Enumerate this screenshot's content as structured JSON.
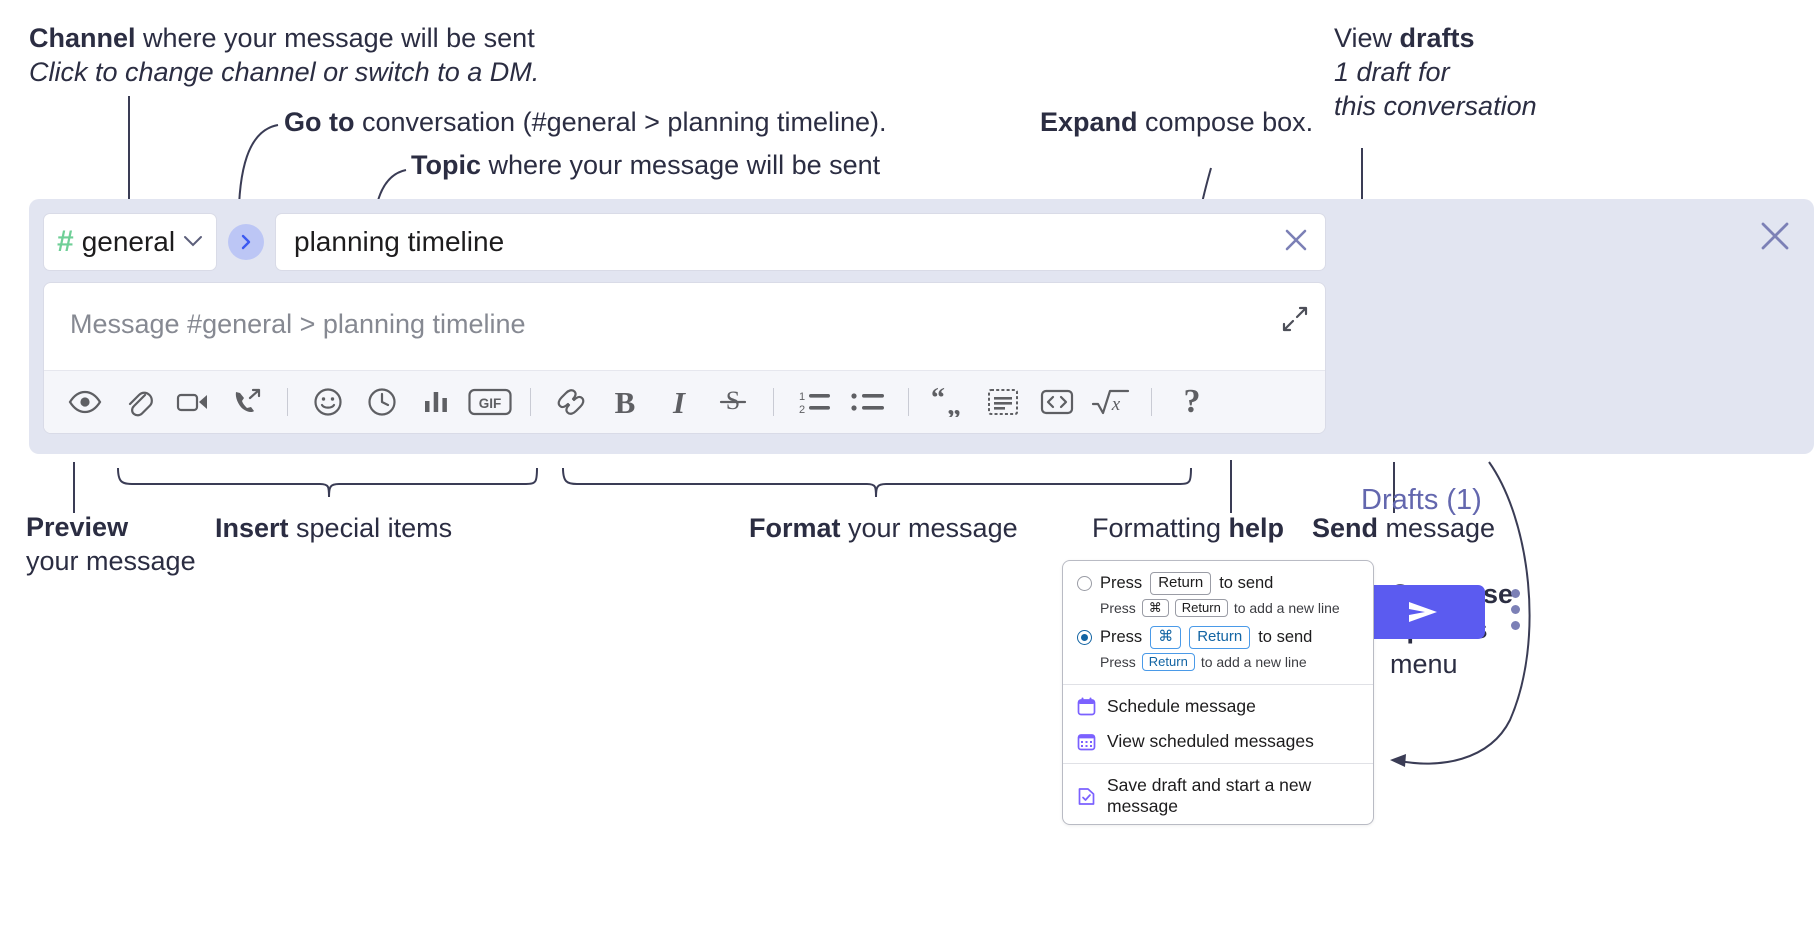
{
  "annotations": {
    "channel": {
      "bold": "Channel",
      "rest": " where your message will be sent",
      "italic": "Click to change channel or switch to a DM."
    },
    "goto": {
      "bold": "Go to",
      "rest": " conversation (#general > planning timeline)."
    },
    "topic": {
      "bold": "Topic",
      "rest": " where your message will be sent"
    },
    "expand": {
      "bold": "Expand",
      "rest": " compose box."
    },
    "drafts": {
      "pre": "View ",
      "bold": "drafts",
      "italic1": "1 draft for",
      "italic2": "this conversation"
    },
    "preview": {
      "bold": "Preview",
      "rest": "your message"
    },
    "insert": {
      "bold": "Insert",
      "rest": " special items"
    },
    "format": {
      "bold": "Format",
      "rest": " your message"
    },
    "help": {
      "pre": "Formatting ",
      "bold": "help"
    },
    "send": {
      "bold": "Send",
      "rest": " message"
    },
    "compose_options": {
      "bold1": "Compose",
      "bold2": "options",
      "rest": "menu"
    }
  },
  "compose": {
    "channel": {
      "hash": "#",
      "name": "general",
      "chevron": "chevron-down-icon"
    },
    "goto_button": "goto-conversation-icon",
    "topic": {
      "value": "planning timeline",
      "clear": "clear-topic-icon"
    },
    "message": {
      "placeholder": "Message #general > planning timeline",
      "value": ""
    },
    "expand": "expand-icon",
    "close": "close-icon",
    "drafts_label": "Drafts (1)",
    "send_label": "send-icon",
    "kebab_label": "compose-options-icon",
    "toolbar": [
      {
        "name": "preview-icon",
        "label": "Preview"
      },
      {
        "name": "attachment-icon",
        "label": "Attach file"
      },
      {
        "name": "video-icon",
        "label": "Video clip"
      },
      {
        "name": "audio-call-icon",
        "label": "Audio clip"
      },
      {
        "name": "separator",
        "label": ""
      },
      {
        "name": "emoji-icon",
        "label": "Emoji"
      },
      {
        "name": "clock-icon",
        "label": "Reminder"
      },
      {
        "name": "poll-icon",
        "label": "Poll"
      },
      {
        "name": "gif-icon",
        "label": "GIF"
      },
      {
        "name": "separator",
        "label": ""
      },
      {
        "name": "link-icon",
        "label": "Link"
      },
      {
        "name": "bold-icon",
        "label": "B"
      },
      {
        "name": "italic-icon",
        "label": "I"
      },
      {
        "name": "strikethrough-icon",
        "label": "S"
      },
      {
        "name": "separator",
        "label": ""
      },
      {
        "name": "ordered-list-icon",
        "label": "Ordered list"
      },
      {
        "name": "bulleted-list-icon",
        "label": "Bulleted list"
      },
      {
        "name": "separator",
        "label": ""
      },
      {
        "name": "blockquote-icon",
        "label": "Blockquote"
      },
      {
        "name": "code-block-icon",
        "label": "Code block"
      },
      {
        "name": "inline-code-icon",
        "label": "Inline code"
      },
      {
        "name": "latex-icon",
        "label": "LaTeX"
      },
      {
        "name": "separator",
        "label": ""
      },
      {
        "name": "help-icon",
        "label": "?"
      }
    ]
  },
  "menu": {
    "options": [
      {
        "selected": false,
        "press": "Press",
        "key": "Return",
        "action": "to send",
        "sub_press": "Press",
        "sub_keys": [
          "⌘",
          "Return"
        ],
        "sub_action": "to add a new line"
      },
      {
        "selected": true,
        "press": "Press",
        "keys": [
          "⌘",
          "Return"
        ],
        "action": "to send",
        "sub_press": "Press",
        "sub_keys": [
          "Return"
        ],
        "sub_action": "to add a new line"
      }
    ],
    "items": [
      {
        "icon": "calendar-schedule-icon",
        "label": "Schedule message"
      },
      {
        "icon": "calendar-grid-icon",
        "label": "View scheduled messages"
      },
      {
        "icon": "save-draft-icon",
        "label": "Save draft and start a new message"
      }
    ]
  },
  "colors": {
    "compose_bg": "#e2e5f1",
    "send_button": "#5b5bf0",
    "hash_green": "#6fcf97",
    "goto_circle": "#bcc6f5",
    "drafts_text": "#6367ae",
    "accent_blue": "#1264a3"
  }
}
